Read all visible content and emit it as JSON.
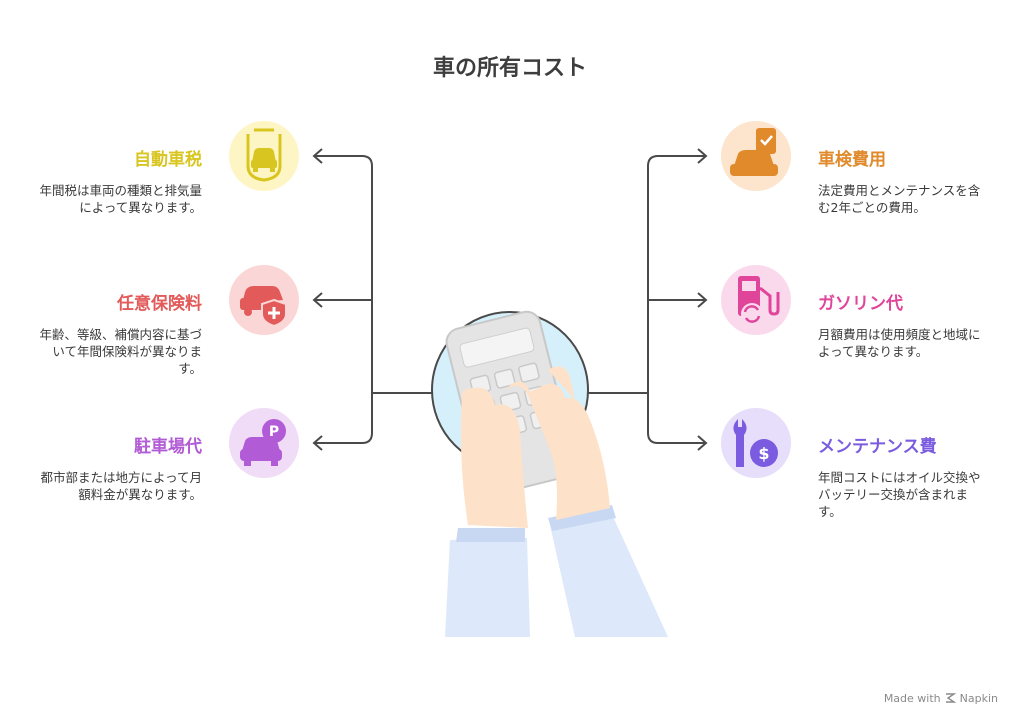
{
  "title": "車の所有コスト",
  "left_items": [
    {
      "title": "自動車税",
      "desc": "年間税は車両の種類と排気量によって異なります。",
      "color": "#d9c51f",
      "icon": "car-tax-icon",
      "bg": "#fdf6c4"
    },
    {
      "title": "任意保険料",
      "desc": "年齢、等級、補償内容に基づいて年間保険料が異なります。",
      "color": "#e35a5a",
      "icon": "car-insurance-icon",
      "bg": "#fbd6d6"
    },
    {
      "title": "駐車場代",
      "desc": "都市部または地方によって月額料金が異なります。",
      "color": "#b25bd6",
      "icon": "parking-car-icon",
      "bg": "#f1dcf8"
    }
  ],
  "right_items": [
    {
      "title": "車検費用",
      "desc": "法定費用とメンテナンスを含む2年ごとの費用。",
      "color": "#e08a2c",
      "icon": "car-inspection-icon",
      "bg": "#fde4cc"
    },
    {
      "title": "ガソリン代",
      "desc": "月額費用は使用頻度と地域によって異なります。",
      "color": "#e0459a",
      "icon": "fuel-pump-icon",
      "bg": "#fbd9ec"
    },
    {
      "title": "メンテナンス費",
      "desc": "年間コストにはオイル交換やバッテリー交換が含まれます。",
      "color": "#7b5be0",
      "icon": "wrench-dollar-icon",
      "bg": "#e6defa"
    }
  ],
  "footer": {
    "made_with": "Made with",
    "brand": "Napkin"
  }
}
